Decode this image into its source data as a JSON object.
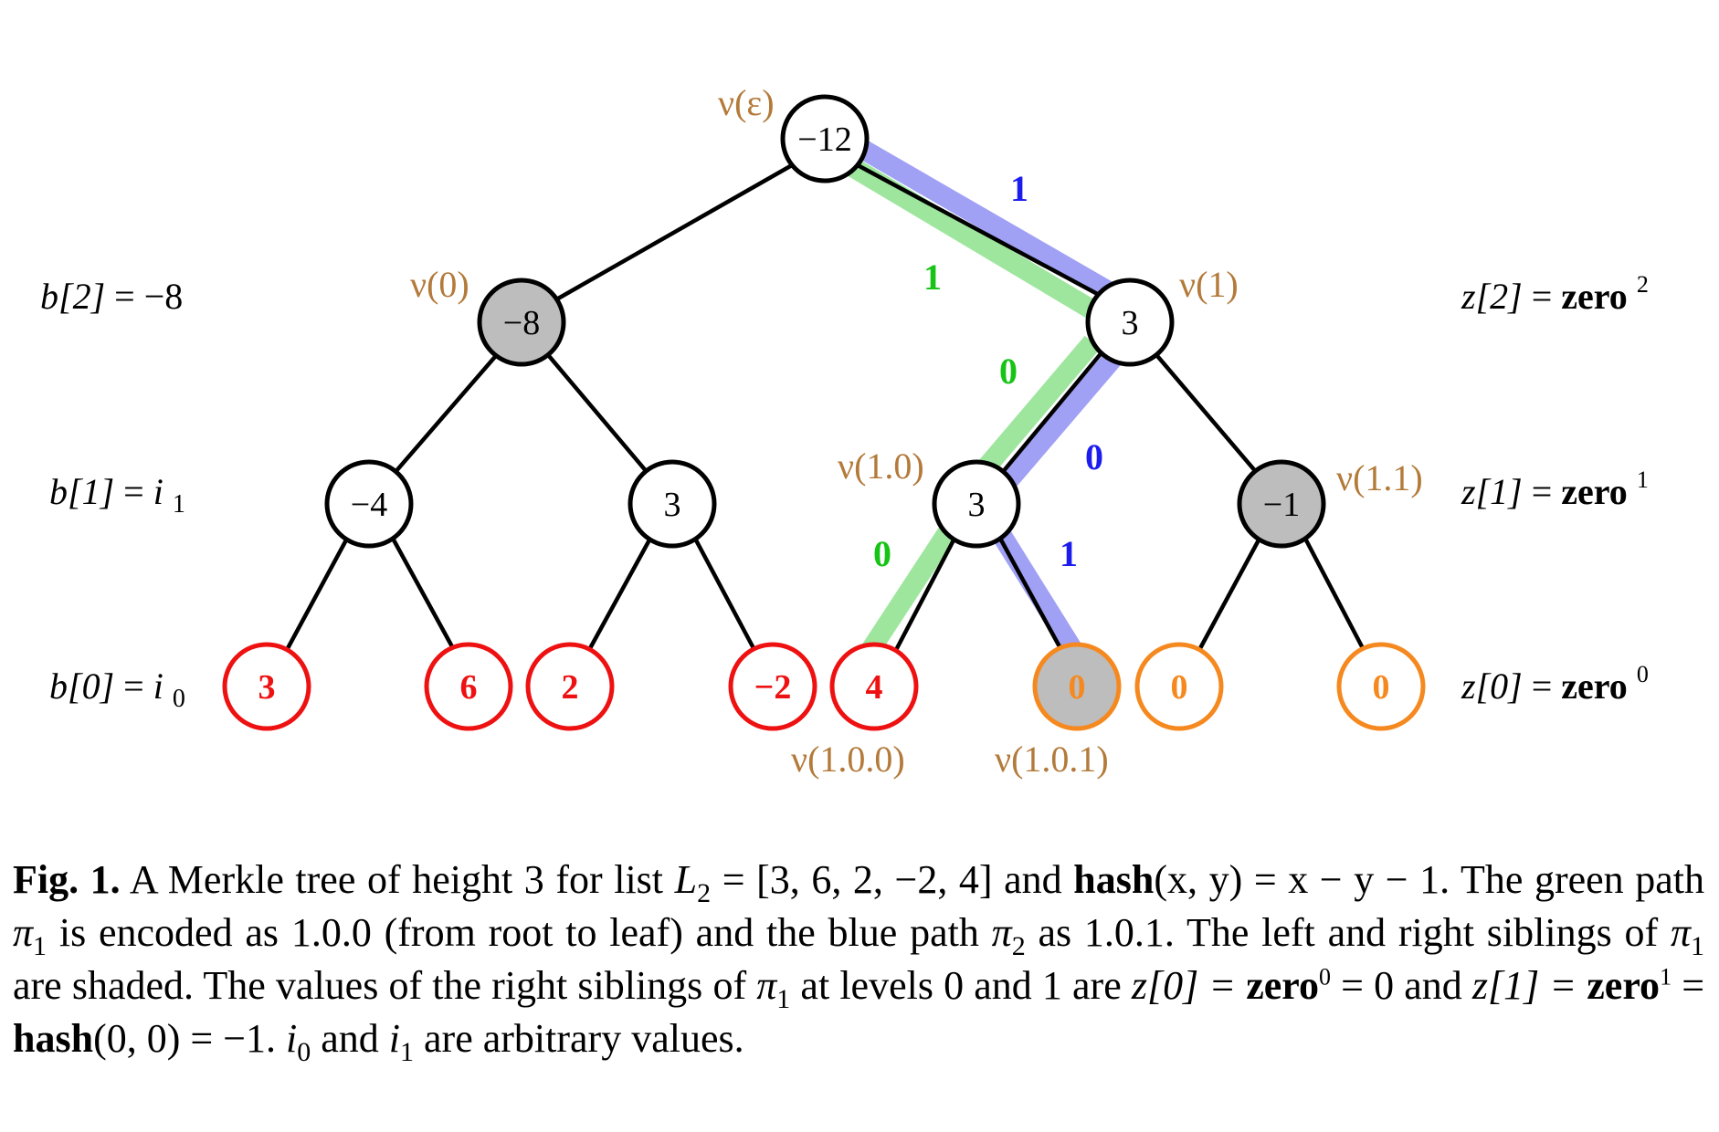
{
  "colors": {
    "red": "#ee1111",
    "orange": "#f5891f",
    "shade": "#bdbdbd",
    "green_path": "#9ee69e",
    "blue_path": "#a0a0f5",
    "green_label": "#16c416",
    "blue_label": "#1c1cee",
    "annotation": "#b37a3a"
  },
  "nodes": {
    "root": {
      "value": "−12",
      "label": "ν(ε)"
    },
    "n0": {
      "value": "−8",
      "label": "ν(0)"
    },
    "n1": {
      "value": "3",
      "label": "ν(1)"
    },
    "n00": {
      "value": "−4"
    },
    "n01": {
      "value": "3"
    },
    "n10": {
      "value": "3",
      "label": "ν(1.0)"
    },
    "n11": {
      "value": "−1",
      "label": "ν(1.1)"
    },
    "l000": {
      "value": "3"
    },
    "l001": {
      "value": "6"
    },
    "l010": {
      "value": "2"
    },
    "l011": {
      "value": "−2"
    },
    "l100": {
      "value": "4",
      "label": "ν(1.0.0)"
    },
    "l101": {
      "value": "0",
      "label": "ν(1.0.1)"
    },
    "l110": {
      "value": "0"
    },
    "l111": {
      "value": "0"
    }
  },
  "edge_bits": {
    "blue_root_right": "1",
    "green_root_right": "1",
    "green_n1_left": "0",
    "blue_n1_left": "0",
    "green_n10_left": "0",
    "blue_n10_right": "1"
  },
  "left_levels": {
    "b2": {
      "lhs": "b[2]",
      "rhs": "−8"
    },
    "b1": {
      "lhs": "b[1]",
      "rhs": "i",
      "sub": "1"
    },
    "b0": {
      "lhs": "b[0]",
      "rhs": "i",
      "sub": "0"
    }
  },
  "right_levels": {
    "z2": {
      "lhs": "z[2]",
      "rhs": "zero",
      "sup": "2"
    },
    "z1": {
      "lhs": "z[1]",
      "rhs": "zero",
      "sup": "1"
    },
    "z0": {
      "lhs": "z[0]",
      "rhs": "zero",
      "sup": "0"
    }
  },
  "caption": {
    "fig_label": "Fig. 1.",
    "t1": "A Merkle tree of height 3 for list",
    "L": "L",
    "L_sub": "2",
    "t2": "= [3, 6, 2, −2, 4] and",
    "hash": "hash",
    "t3": "(x, y) = x − y − 1.",
    "t4": "The green path",
    "pi": "π",
    "pi1_sub": "1",
    "t5": "is encoded as 1.0.0 (from root to leaf) and the blue path",
    "pi2_sub": "2",
    "t6": "as 1.0.1.",
    "t7": "The left and right siblings of",
    "t8": "are shaded. The values of the right siblings of",
    "t9": "at levels 0 and 1 are",
    "z0": "z[0] =",
    "zero": "zero",
    "sup0": "0",
    "t10": "= 0 and",
    "z1": "z[1] =",
    "sup1": "1",
    "t11": "=",
    "t12": "(0, 0) = −1.",
    "i": "i",
    "sub0": "0",
    "t13": "and",
    "sub1": "1",
    "t14": "are arbitrary values."
  }
}
